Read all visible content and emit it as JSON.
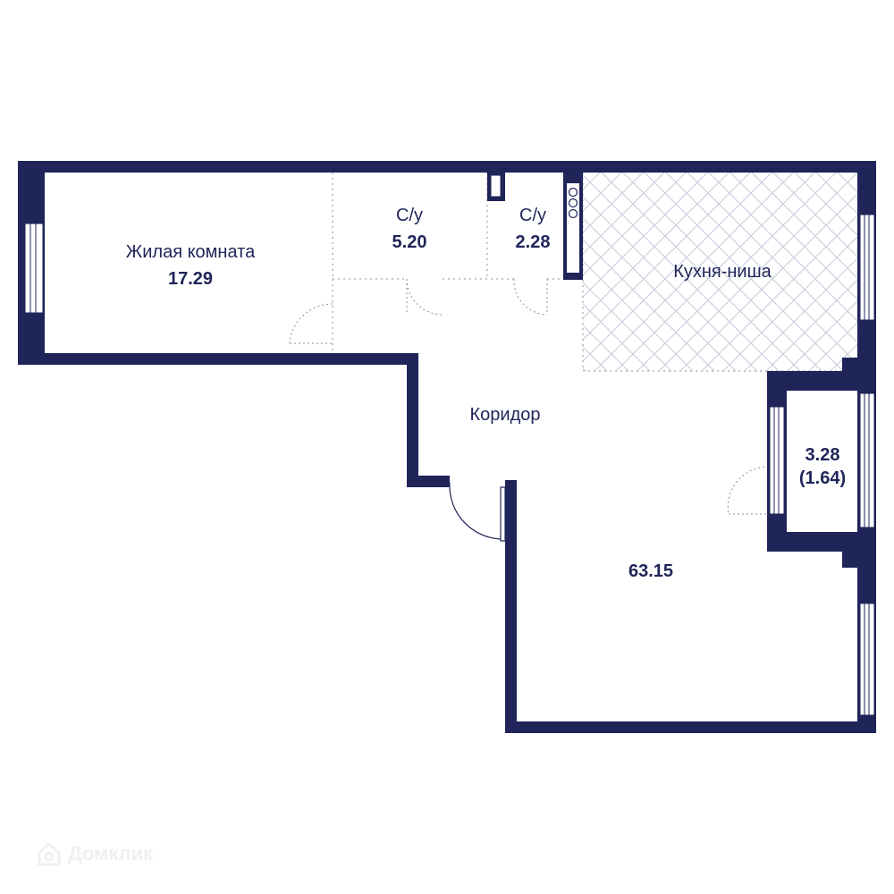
{
  "colors": {
    "wall": "#1f2459",
    "text": "#1f2459",
    "hatch": "#c5cad9",
    "door": "#8a8fa6",
    "watermark": "#f0f0f0"
  },
  "rooms": {
    "living": {
      "name": "Жилая комната",
      "area": "17.29"
    },
    "bath1": {
      "name": "С/у",
      "area": "5.20"
    },
    "bath2": {
      "name": "С/у",
      "area": "2.28"
    },
    "kitchen": {
      "name": "Кухня-ниша"
    },
    "corridor": {
      "name": "Коридор"
    },
    "balcony": {
      "area": "3.28",
      "area_reduced": "(1.64)"
    },
    "total": {
      "area": "63.15"
    }
  },
  "watermark": {
    "text": "Домклик",
    "icon": "house-logo-icon"
  }
}
